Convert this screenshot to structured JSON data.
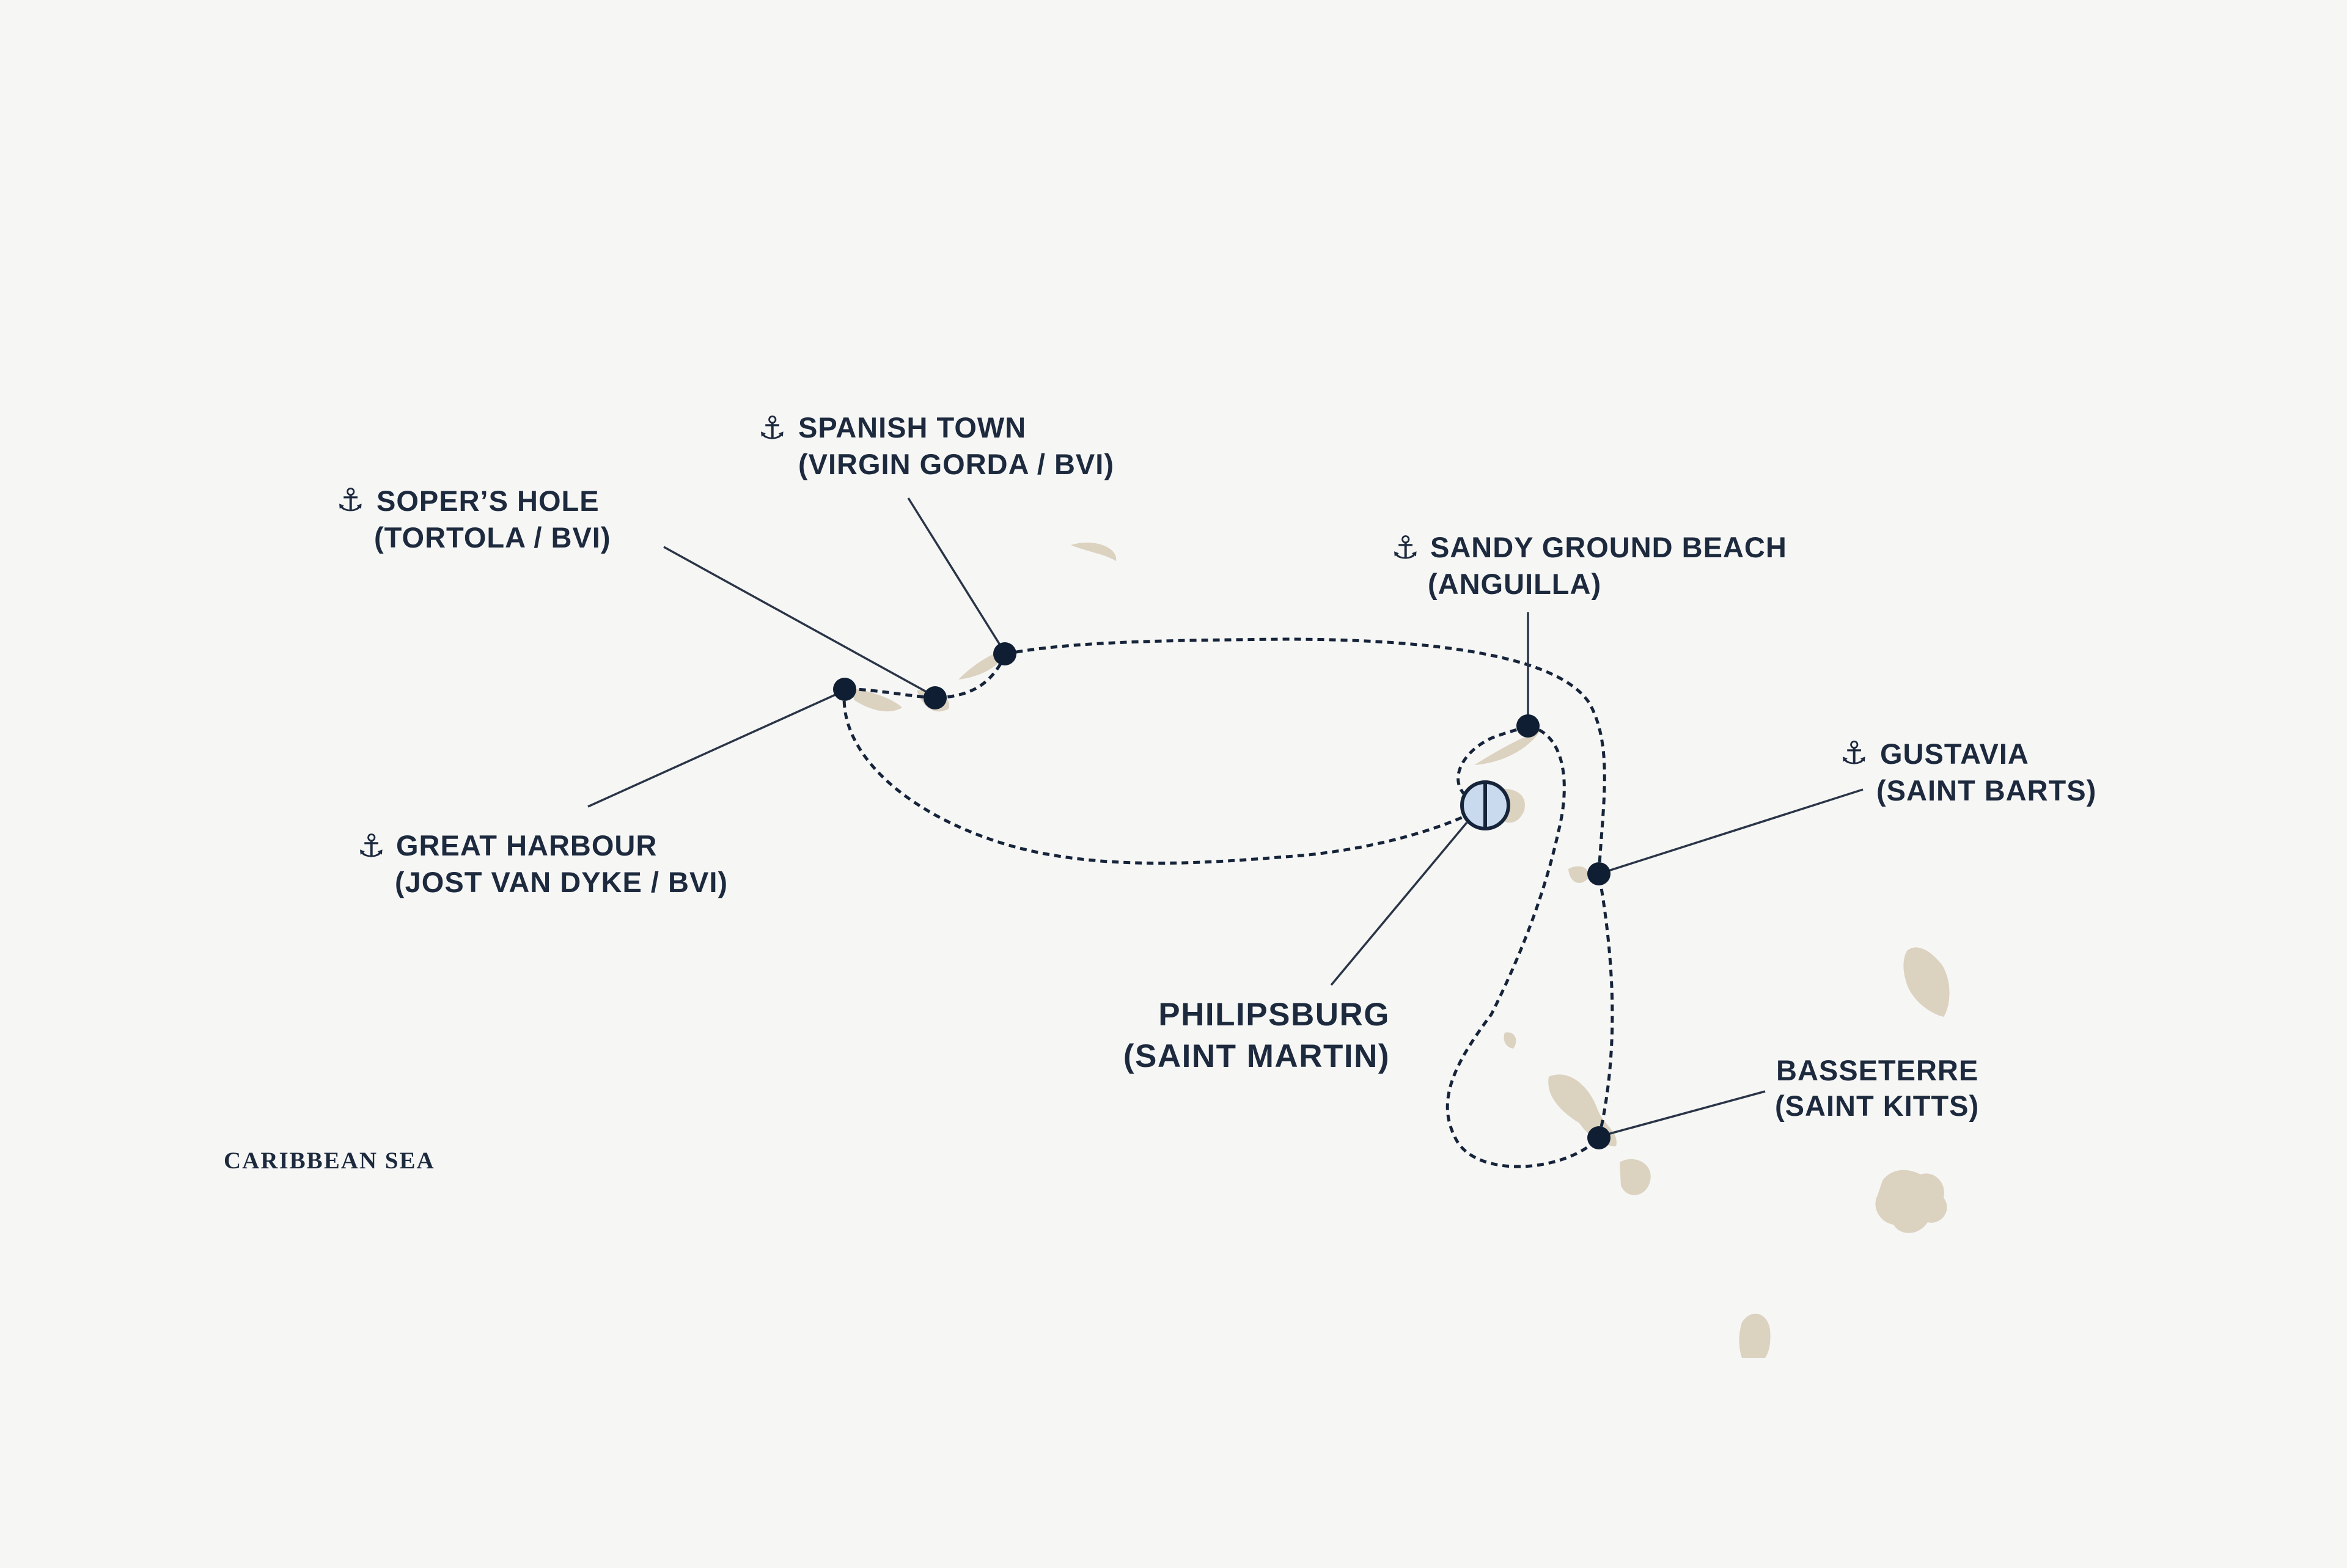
{
  "map": {
    "sea_label": "CARIBBEAN SEA",
    "colors": {
      "background": "#f6f6f5",
      "land": "#dcd2c0",
      "route": "#16243a",
      "text": "#1d2a3e",
      "homeport_fill": "#c9d9ee"
    },
    "icons": {
      "port_marker": "anchor-icon",
      "homeport_marker": "embark-disembark-icon"
    },
    "homeport": {
      "name": "PHILIPSBURG",
      "region": "(SAINT MARTIN)"
    },
    "ports": [
      {
        "id": "spanish-town",
        "name": "SPANISH TOWN",
        "region": "(VIRGIN GORDA / BVI)",
        "anchor": true
      },
      {
        "id": "sopers-hole",
        "name": "SOPER’S HOLE",
        "region": "(TORTOLA / BVI)",
        "anchor": true
      },
      {
        "id": "sandy-ground-beach",
        "name": "SANDY GROUND BEACH",
        "region": "(ANGUILLA)",
        "anchor": true
      },
      {
        "id": "gustavia",
        "name": "GUSTAVIA",
        "region": "(SAINT BARTS)",
        "anchor": true
      },
      {
        "id": "great-harbour",
        "name": "GREAT HARBOUR",
        "region": "(JOST VAN DYKE / BVI)",
        "anchor": true
      },
      {
        "id": "basseterre",
        "name": "BASSETERRE",
        "region": "(SAINT KITTS)",
        "anchor": false
      }
    ]
  }
}
